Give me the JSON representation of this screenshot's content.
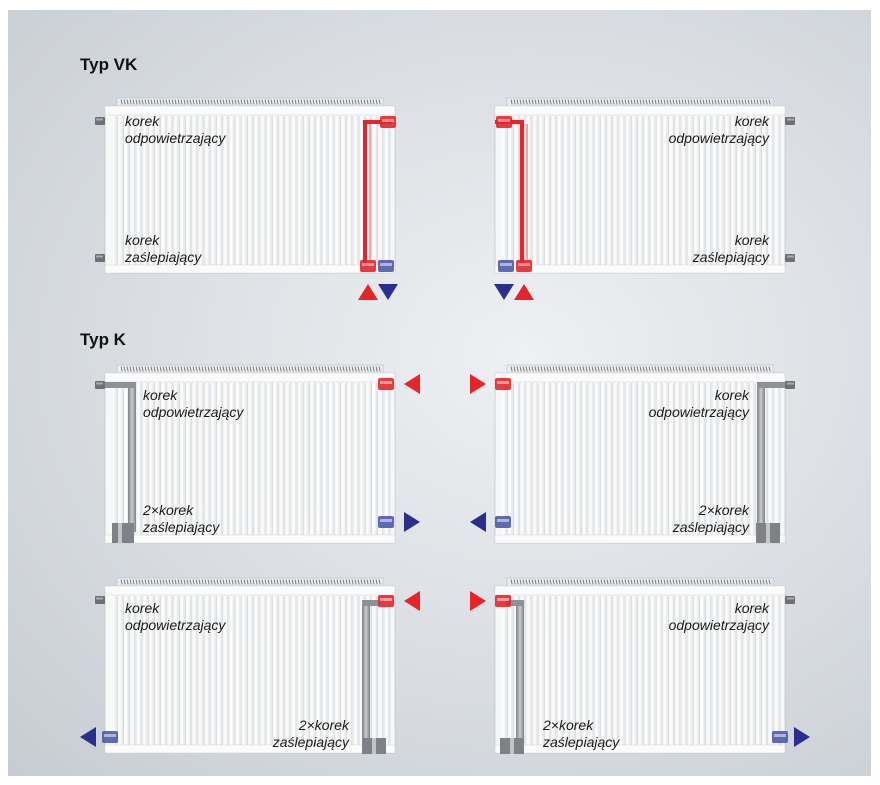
{
  "sections": {
    "vk": {
      "title": "Typ VK"
    },
    "k": {
      "title": "Typ K"
    }
  },
  "labels": {
    "vent_plug": [
      "korek",
      "odpowietrzający"
    ],
    "blank_plug": [
      "korek",
      "zaślepiający"
    ],
    "blank_plug_double": [
      "2×korek",
      "zaślepiający"
    ]
  },
  "colors": {
    "supply": "#e8232a",
    "return": "#2b2e8c",
    "pipe_grey": "#9a9da1",
    "panel_bg": "#d9dde1"
  },
  "icons": [
    "arrow-up-red-icon",
    "arrow-down-blue-icon",
    "arrow-left-red-icon",
    "arrow-right-blue-icon",
    "arrow-right-red-icon",
    "arrow-left-blue-icon"
  ]
}
